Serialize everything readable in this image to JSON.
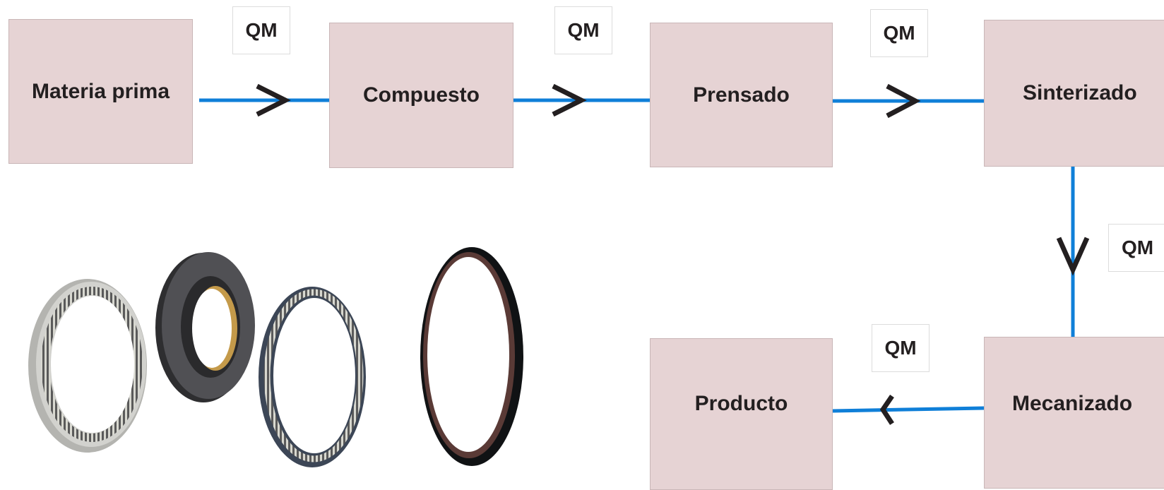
{
  "steps": {
    "raw": "Materia prima",
    "compound": "Compuesto",
    "pressing": "Prensado",
    "sintering": "Sinterizado",
    "machining": "Mecanizado",
    "product": "Producto"
  },
  "qm_label": "QM",
  "colors": {
    "box_fill": "#e6d3d4",
    "line": "#0f7fd8",
    "arrow": "#231f20"
  },
  "illustration": [
    "spring-energized-seal",
    "rotary-shaft-seal",
    "spring-seal-ring",
    "o-ring-seal"
  ]
}
